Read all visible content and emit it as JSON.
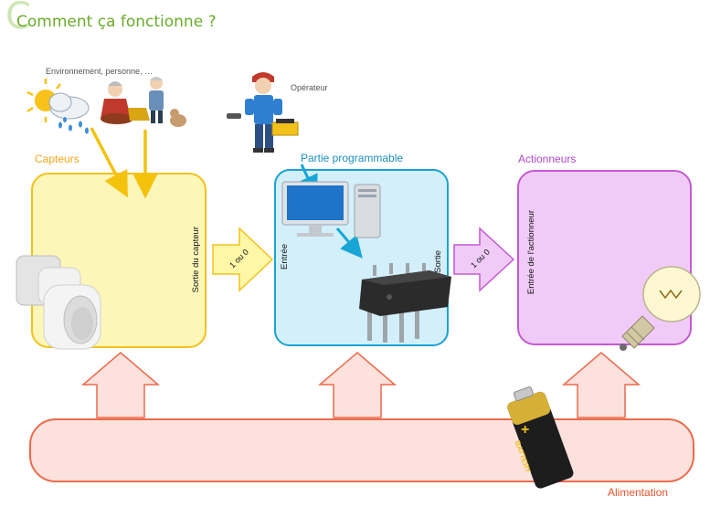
{
  "title": "Comment ça fonctionne ?",
  "environment_label": "Environnement, personne, …",
  "operator_label": "Opérateur",
  "blocks": {
    "sensors": {
      "title": "Capteurs",
      "output_label": "Sortie du capteur"
    },
    "programmable": {
      "title": "Partie programmable",
      "input_label": "Entrée",
      "output_label": "Sortie"
    },
    "actuators": {
      "title": "Actionneurs",
      "input_label": "Entrée de l'actionneur"
    }
  },
  "signal_labels": {
    "sensor_to_program": "1 ou 0",
    "program_to_actuator": "1 ou 0"
  },
  "power": {
    "label": "Alimentation",
    "battery_text": "BATTERY",
    "battery_symbol": "+"
  },
  "colors": {
    "title": "#6aab2a",
    "sensors": "#f2c21b",
    "sensors_fill": "#fdf6b9",
    "programmable": "#1aa2d1",
    "programmable_fill": "#d2effa",
    "actuators": "#c35ad1",
    "actuators_fill": "#f1cbf7",
    "power": "#ec6a4c",
    "power_fill": "#fce1dc",
    "env_arrows": "#f4c20d",
    "blue_arrows": "#17a6d6"
  }
}
